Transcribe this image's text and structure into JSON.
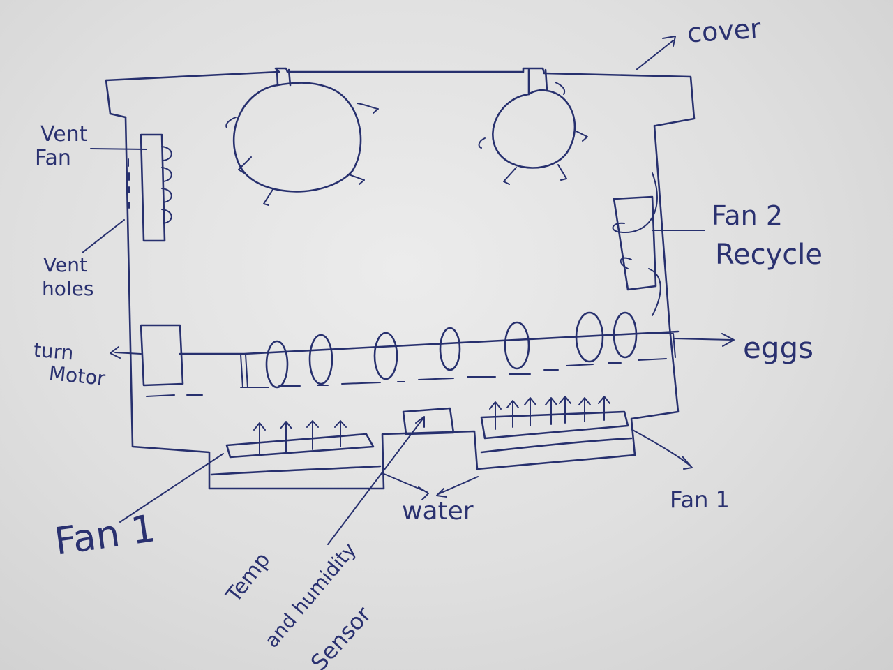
{
  "labels": {
    "cover": "cover",
    "vent_fan_line1": "Vent",
    "vent_fan_line2": "Fan",
    "vent_holes_line1": "Vent",
    "vent_holes_line2": "holes",
    "turn_motor_line1": "turn",
    "turn_motor_line2": "Motor",
    "fan2_line1": "Fan 2",
    "fan2_line2": "Recycle",
    "eggs": "eggs",
    "water": "water",
    "fan1_left": "Fan 1",
    "fan1_right": "Fan 1",
    "sensor_line1": "Temp",
    "sensor_line2": "and humidity",
    "sensor_line3": "Sensor"
  },
  "colors": {
    "ink": "#27306e",
    "paper": "#e4e4e4"
  }
}
